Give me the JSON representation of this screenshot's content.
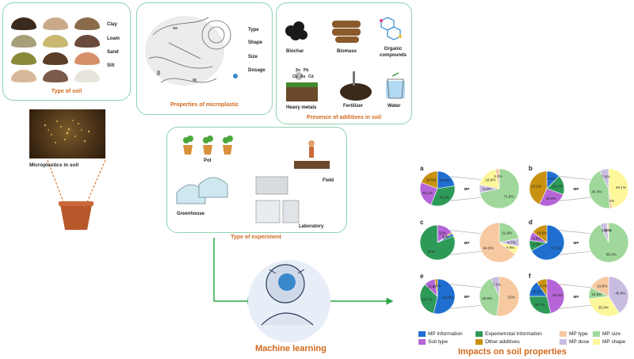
{
  "soil": {
    "items": [
      "Clay",
      "Loam",
      "Sand",
      "Silt"
    ],
    "caption": "Type of soil"
  },
  "micro": {
    "caption": "Microplastics in soil"
  },
  "props": {
    "items": [
      "Type",
      "Shape",
      "Size",
      "Dosage"
    ],
    "caption": "Properties of microplastic"
  },
  "additives": {
    "labels": [
      "Biochar",
      "Biomass",
      "Organic compounds",
      "Heavy metals",
      "Fertilizer",
      "Water"
    ],
    "metals": [
      "Zn",
      "Pb",
      "Cu",
      "As",
      "Cd"
    ],
    "caption": "Presence of additives in soil"
  },
  "experiment": {
    "labels": [
      "Pot",
      "Field",
      "Greenhouse",
      "Laboratory"
    ],
    "caption": "Type of experiment"
  },
  "ml": {
    "title": "Machine learning"
  },
  "impacts": {
    "title": "Impacts on soil properties"
  },
  "colors": {
    "mp_info": "#1f6fd1",
    "exp_info": "#2e9a57",
    "soil_type": "#b565d8",
    "other_add": "#c89210",
    "mp_type": "#f7c9a0",
    "mp_size": "#9fd89a",
    "mp_dose": "#c8bde0",
    "mp_shape": "#fdf79a",
    "panel_border": "#8fd3b0",
    "caption": "#d2691e"
  },
  "legend": [
    {
      "label": "MP information",
      "color": "mp_info"
    },
    {
      "label": "Experiemntal information",
      "color": "exp_info"
    },
    {
      "label": "MP type",
      "color": "mp_type"
    },
    {
      "label": "MP size",
      "color": "mp_size"
    },
    {
      "label": "Soil type",
      "color": "soil_type"
    },
    {
      "label": "Other additives",
      "color": "other_add"
    },
    {
      "label": "MP dose",
      "color": "mp_dose"
    },
    {
      "label": "MP shape",
      "color": "mp_shape"
    }
  ],
  "chart_data": [
    {
      "type": "pie",
      "panel": "a",
      "center_label": "MP",
      "main": [
        {
          "name": "MP information",
          "value": 22.8
        },
        {
          "name": "Experiemntal information",
          "value": 34.3
        },
        {
          "name": "Soil type",
          "value": 25.1
        },
        {
          "name": "Other additives",
          "value": 19.5
        }
      ],
      "detail": [
        {
          "name": "MP size",
          "value": 71.6
        },
        {
          "name": "MP dose",
          "value": 6.4
        },
        {
          "name": "MP shape",
          "value": 18.9
        },
        {
          "name": "MP type",
          "value": 3.1
        }
      ]
    },
    {
      "type": "pie",
      "panel": "b",
      "center_label": "MP",
      "main": [
        {
          "name": "MP information",
          "value": 12.4
        },
        {
          "name": "Experiemntal information",
          "value": 18.1
        },
        {
          "name": "Soil type",
          "value": 26.5
        },
        {
          "name": "Other additives",
          "value": 43.1
        }
      ],
      "detail": [
        {
          "name": "MP shape",
          "value": 48.1
        },
        {
          "name": "MP type",
          "value": 2.2
        },
        {
          "name": "MP size",
          "value": 44.3
        },
        {
          "name": "MP dose",
          "value": 7.6
        }
      ]
    },
    {
      "type": "pie",
      "panel": "c",
      "center_label": "MP",
      "main": [
        {
          "name": "Soil type",
          "value": 15
        },
        {
          "name": "Other additives",
          "value": 1.5
        },
        {
          "name": "MP information",
          "value": 2.5
        },
        {
          "name": "Experiemntal information",
          "value": 81
        }
      ],
      "detail": [
        {
          "name": "MP size",
          "value": 21.6
        },
        {
          "name": "MP dose",
          "value": 6.7
        },
        {
          "name": "MP shape",
          "value": 6.9
        },
        {
          "name": "MP type",
          "value": 64.9
        }
      ]
    },
    {
      "type": "pie",
      "panel": "d",
      "center_label": "MP",
      "main": [
        {
          "name": "MP information",
          "value": 67.3
        },
        {
          "name": "Experiemntal information",
          "value": 9.7
        },
        {
          "name": "Soil type",
          "value": 8.3
        },
        {
          "name": "Other additives",
          "value": 14.9
        }
      ],
      "detail": [
        {
          "name": "MP size",
          "value": 86.3
        },
        {
          "name": "MP dose",
          "value": 5.3
        },
        {
          "name": "MP shape",
          "value": 0.2
        },
        {
          "name": "MP type",
          "value": 1
        }
      ]
    },
    {
      "type": "pie",
      "panel": "e",
      "center_label": "MP",
      "main": [
        {
          "name": "MP information",
          "value": 53.5
        },
        {
          "name": "Experiemntal information",
          "value": 33.7
        },
        {
          "name": "Soil type",
          "value": 10.4
        },
        {
          "name": "Other additives",
          "value": 2.4
        }
      ],
      "detail": [
        {
          "name": "MP type",
          "value": 52
        },
        {
          "name": "MP size",
          "value": 40.9
        },
        {
          "name": "MP dose",
          "value": 7.1
        }
      ]
    },
    {
      "type": "pie",
      "panel": "f",
      "center_label": "MP",
      "main": [
        {
          "name": "Soil type",
          "value": 46.4
        },
        {
          "name": "Experiemntal information",
          "value": 28.7
        },
        {
          "name": "MP information",
          "value": 15.2
        },
        {
          "name": "Other additives",
          "value": 9.7
        }
      ],
      "detail": [
        {
          "name": "MP dose",
          "value": 45.8
        },
        {
          "name": "MP shape",
          "value": 35.9
        },
        {
          "name": "MP size",
          "value": 10.6
        },
        {
          "name": "MP type",
          "value": 19.5
        }
      ]
    }
  ]
}
